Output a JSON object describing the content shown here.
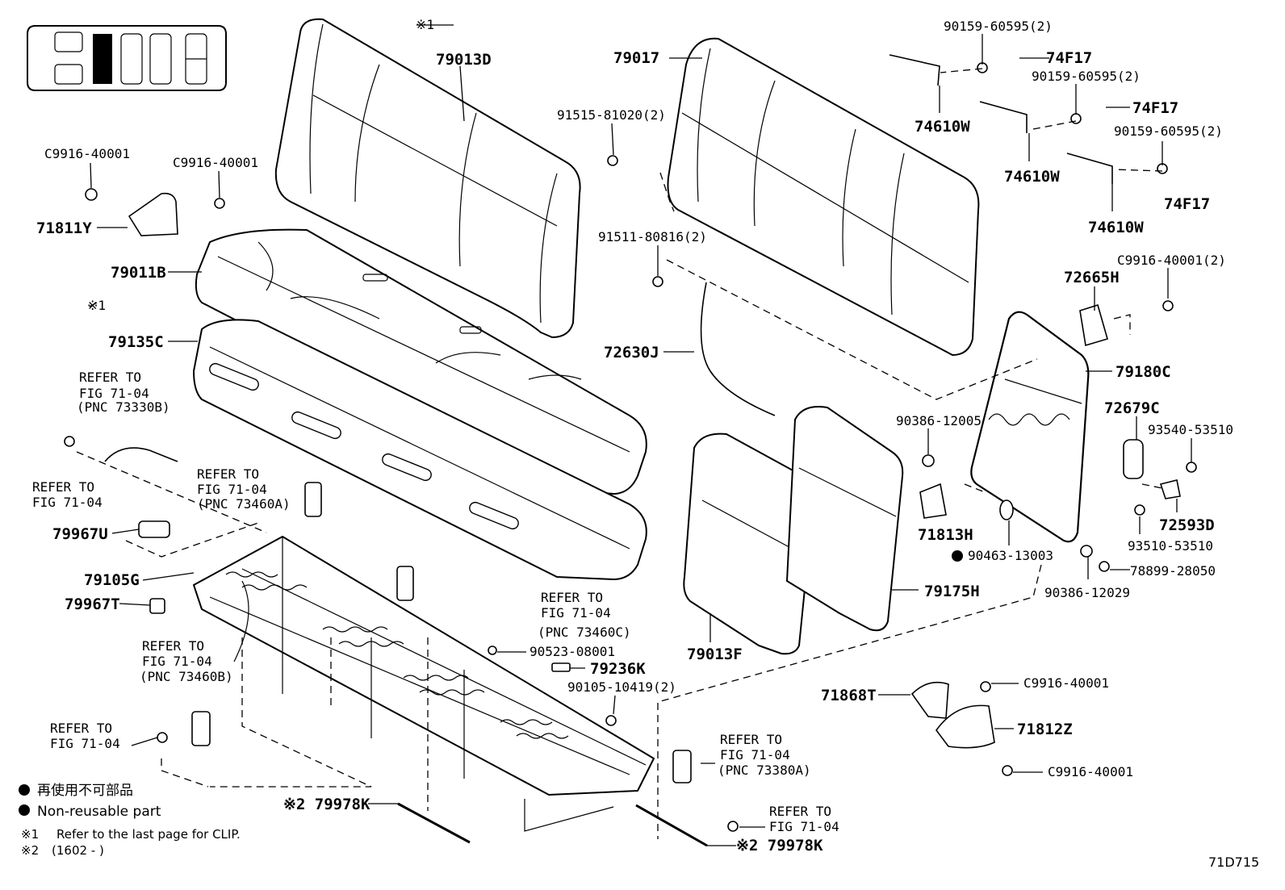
{
  "labels": {
    "clip_top": "※1",
    "clip_left": "※1",
    "p79013D": "79013D",
    "p79017": "79017",
    "p90159_a": "90159-60595(2)",
    "p74F17_a": "74F17",
    "p90159_b": "90159-60595(2)",
    "p74F17_b": "74F17",
    "p74610W_a": "74610W",
    "p90159_c": "90159-60595(2)",
    "p74610W_b": "74610W",
    "p74F17_c": "74F17",
    "p74610W_c": "74610W",
    "p91515": "91515-81020(2)",
    "pC9916_a": "C9916-40001",
    "pC9916_b": "C9916-40001",
    "p71811Y": "71811Y",
    "p91511": "91511-80816(2)",
    "pC9916_c": "C9916-40001(2)",
    "p72665H": "72665H",
    "p79011B": "79011B",
    "p79135C": "79135C",
    "p72630J": "72630J",
    "p79180C": "79180C",
    "p72679C": "72679C",
    "p90386_a": "90386-12005",
    "p93540": "93540-53510",
    "p72593D": "72593D",
    "p71813H": "71813H",
    "p93510": "93510-53510",
    "p90463": "90463-13003",
    "p78899": "78899-28050",
    "p90386_b": "90386-12029",
    "p79175H": "79175H",
    "p79013F": "79013F",
    "p79967U": "79967U",
    "p79105G": "79105G",
    "p79967T": "79967T",
    "p90523": "90523-08001",
    "p79236K": "79236K",
    "p90105": "90105-10419(2)",
    "p71868T": "71868T",
    "pC9916_d": "C9916-40001",
    "p71812Z": "71812Z",
    "pC9916_e": "C9916-40001",
    "p79978K_a": "※2 79978K",
    "p79978K_b": "※2 79978K"
  },
  "refer_line1": "REFER TO",
  "refer_line2": "FIG 71-04",
  "pnc": {
    "a": "(PNC 73330B)",
    "b": "(PNC 73460A)",
    "c": "(PNC 73460C)",
    "d": "(PNC 73460B)",
    "e": "(PNC 73380A)"
  },
  "legend": {
    "jp": "再使用不可部品",
    "en": "Non-reusable part",
    "note1_mark": "※1",
    "note1_text": "Refer to the last page for CLIP.",
    "note2_mark": "※2",
    "note2_text": "(1602 -     )"
  },
  "figure_code": "71D715"
}
